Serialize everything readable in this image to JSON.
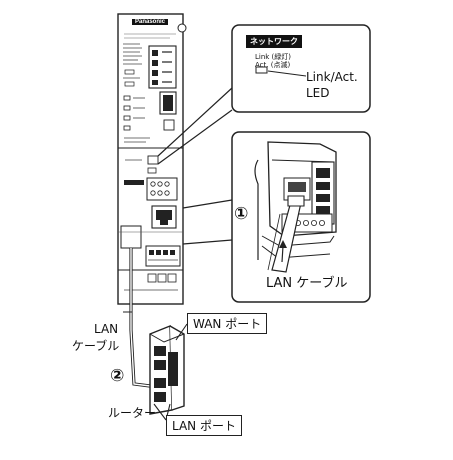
{
  "device": {
    "brand": "Panasonic"
  },
  "callout_network": {
    "header": "ネットワーク",
    "link_label": "Link (緑灯)",
    "act_label": "Act. (点滅)",
    "led_label_line1": "Link/Act.",
    "led_label_line2": "LED"
  },
  "callout_lan": {
    "marker": "①",
    "cable_label": "LAN ケーブル"
  },
  "cable": {
    "label_line1": "LAN",
    "label_line2": "ケーブル"
  },
  "router": {
    "marker": "②",
    "wan_port_label": "WAN ポート",
    "lan_port_label": "LAN ポート",
    "router_label": "ルーター"
  }
}
